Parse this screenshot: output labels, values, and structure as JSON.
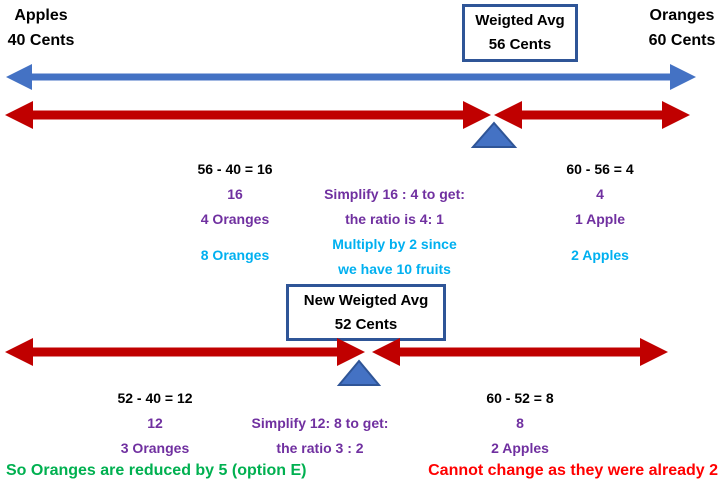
{
  "colors": {
    "scale_blue": "#4472C4",
    "scale_red": "#C00000",
    "purple_text": "#7030A0",
    "cyan_text": "#00B0F0",
    "green_text": "#00B050",
    "red_text": "#FF0000",
    "box_border": "#2F5597",
    "black_text": "#000000"
  },
  "header": {
    "apples": {
      "name": "Apples",
      "price": "40 Cents"
    },
    "weighted_avg_box": {
      "title": "Weigted Avg",
      "value": "56 Cents"
    },
    "oranges": {
      "name": "Oranges",
      "price": "60 Cents"
    }
  },
  "scale1": {
    "left": {
      "diff": "56 - 40 = 16",
      "value": "16",
      "ratio": "4 Oranges",
      "scaled": "8 Oranges"
    },
    "middle": {
      "line1": "Simplify 16 : 4 to get:",
      "line2": "the ratio is 4: 1",
      "line3": "Multiply by 2 since",
      "line4": "we have 10 fruits"
    },
    "right": {
      "diff": "60 - 56 = 4",
      "value": "4",
      "ratio": "1 Apple",
      "scaled": "2 Apples"
    }
  },
  "scale2": {
    "box": {
      "title": "New Weigted Avg",
      "value": "52 Cents"
    },
    "left": {
      "diff": "52 - 40 = 12",
      "value": "12",
      "ratio": "3 Oranges"
    },
    "middle": {
      "line1": "Simplify 12: 8 to get:",
      "line2": "the ratio 3 : 2"
    },
    "right": {
      "diff": "60 - 52 = 8",
      "value": "8",
      "ratio": "2 Apples"
    }
  },
  "conclusions": {
    "left": "So Oranges are reduced by 5 (option E)",
    "right": "Cannot change as they were already 2"
  }
}
